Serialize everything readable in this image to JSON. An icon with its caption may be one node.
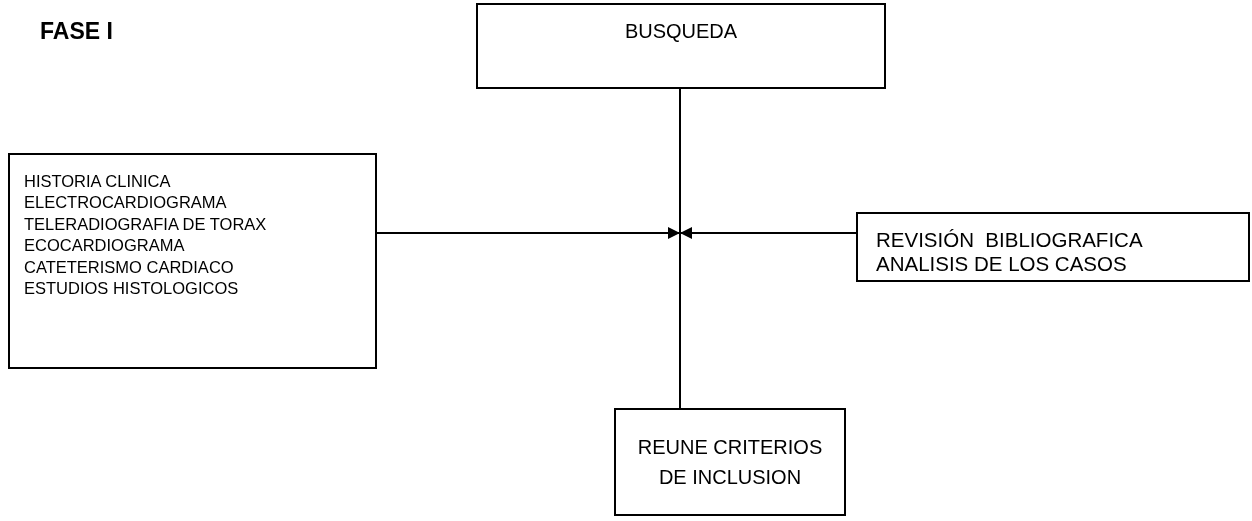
{
  "diagram": {
    "title": "FASE I",
    "nodes": [
      {
        "text": [
          "BUSQUEDA"
        ]
      },
      {
        "text": [
          "HISTORIA CLINICA",
          "ELECTROCARDIOGRAMA",
          "TELERADIOGRAFIA DE TORAX",
          "ECOCARDIOGRAMA",
          "CATETERISMO CARDIACO",
          "ESTUDIOS HISTOLOGICOS"
        ]
      },
      {
        "text": [
          "REVISIÓN  BIBLIOGRAFICA",
          "ANALISIS DE LOS CASOS"
        ]
      },
      {
        "text": [
          "REUNE CRITERIOS DE INCLUSION"
        ]
      }
    ],
    "edges": [
      {
        "from": 0,
        "to": 3,
        "arrow": "none"
      },
      {
        "from": 1,
        "to": null,
        "arrow": "to"
      },
      {
        "from": 2,
        "to": null,
        "arrow": "to"
      }
    ]
  }
}
